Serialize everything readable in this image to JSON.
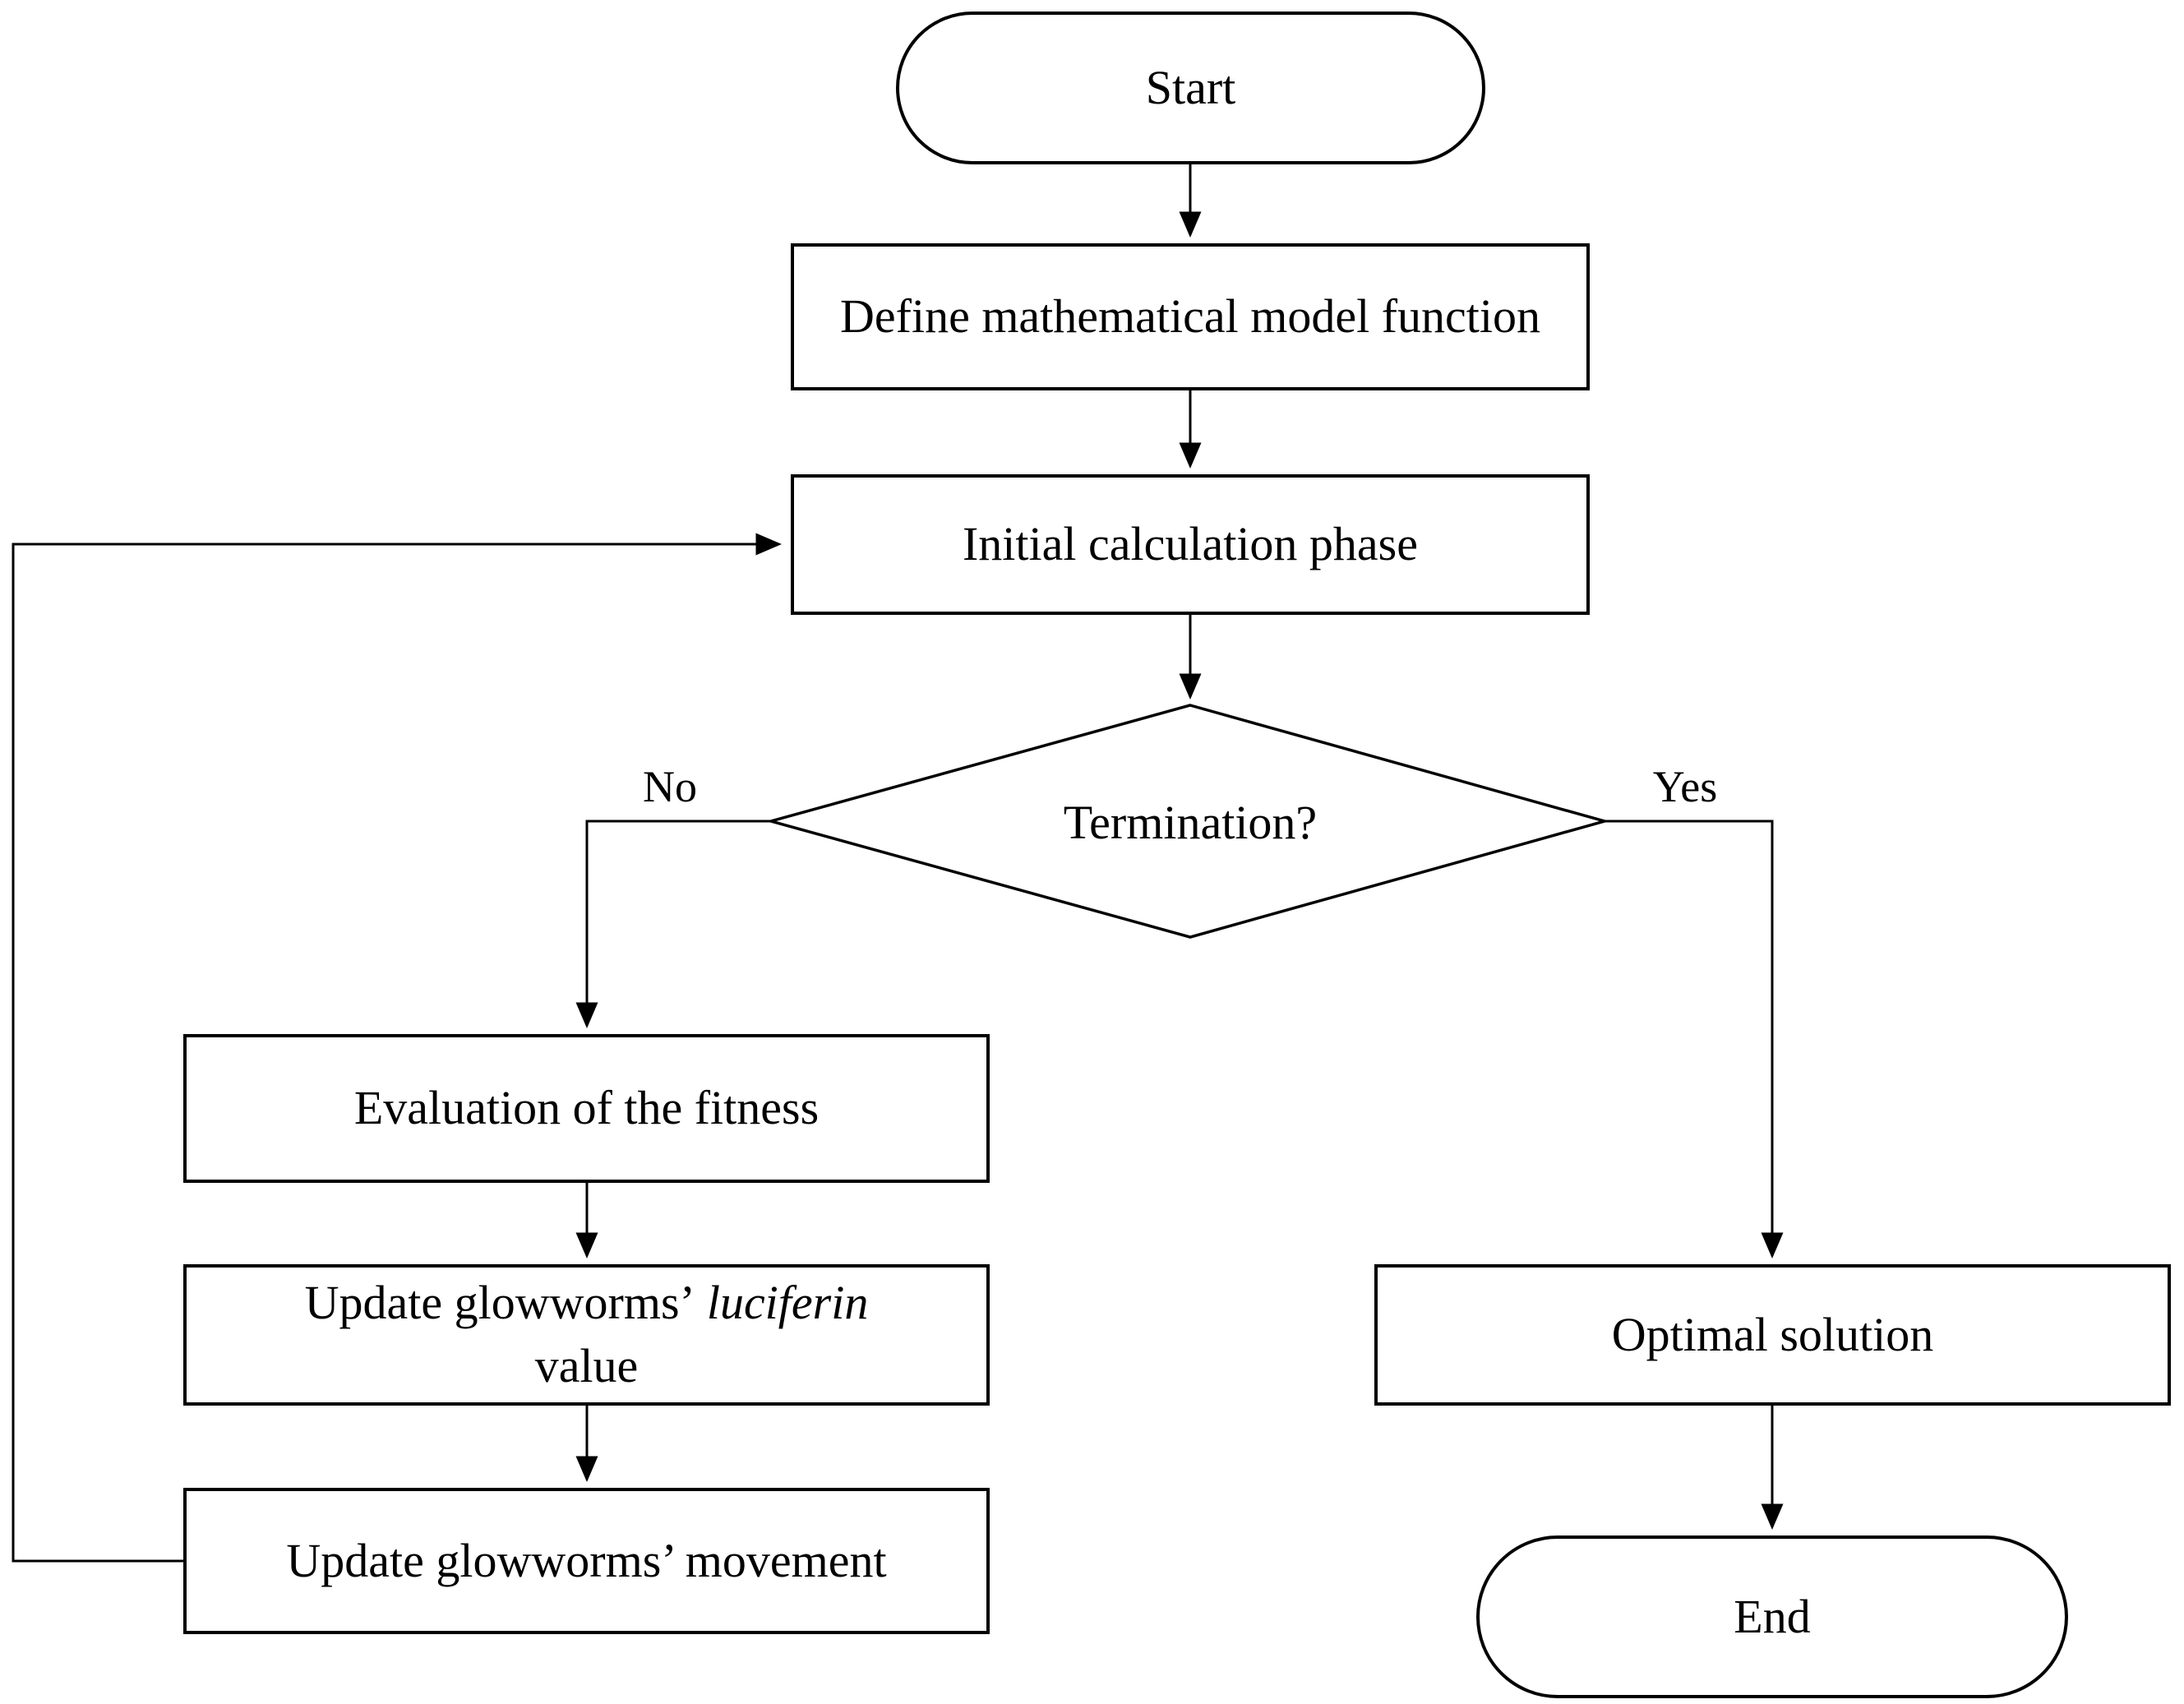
{
  "diagram": {
    "background_color": "#ffffff",
    "stroke_color": "#000000",
    "nodes": {
      "start": "Start",
      "define_model": "Define mathematical model function",
      "initial_phase": "Initial calculation phase",
      "termination": "Termination?",
      "evaluation": "Evaluation of the fitness",
      "update_luciferin": {
        "prefix": "Update glowworms’",
        "italic_word": "luciferin",
        "suffix": "value"
      },
      "update_movement": "Update glowworms’ movement",
      "optimal_solution": "Optimal solution",
      "end": "End"
    },
    "edge_labels": {
      "no": "No",
      "yes": "Yes"
    }
  }
}
